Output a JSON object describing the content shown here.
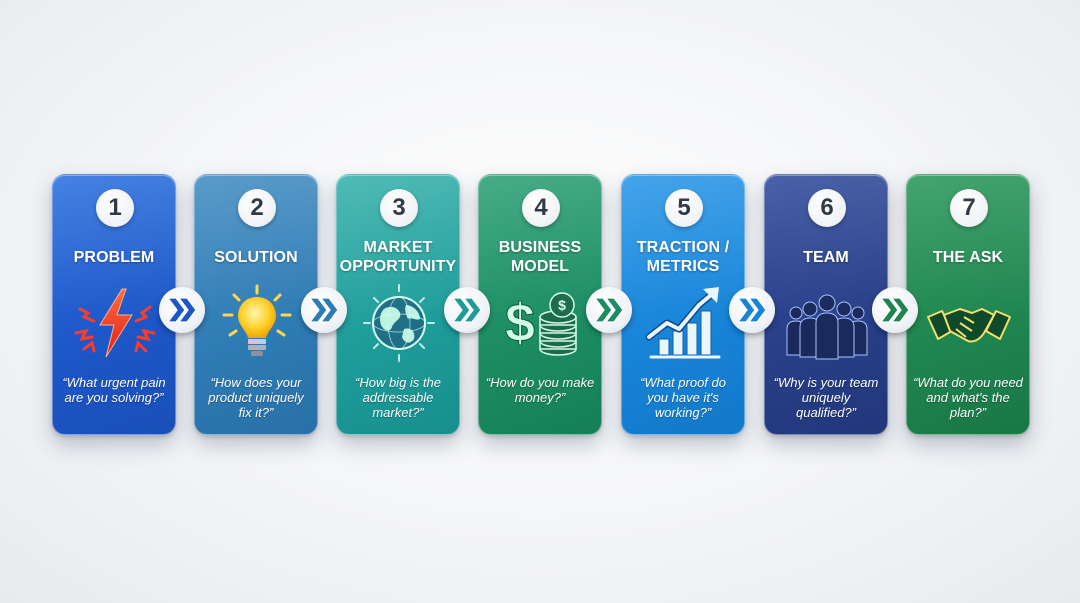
{
  "steps": [
    {
      "number": "1",
      "title": "PROBLEM",
      "quote": "“What urgent pain are you solving?”",
      "icon": "lightning-bolt-icon",
      "color": "#1d56c7"
    },
    {
      "number": "2",
      "title": "SOLUTION",
      "quote": "“How does your product uniquely fix it?”",
      "icon": "light-bulb-icon",
      "color": "#2f7bb4"
    },
    {
      "number": "3",
      "title": "MARKET\nOPPORTUNITY",
      "quote": "“How big is the addressable market?”",
      "icon": "globe-icon",
      "color": "#1e9c9a"
    },
    {
      "number": "4",
      "title": "BUSINESS\nMODEL",
      "quote": "“How do you make money?”",
      "icon": "dollar-coins-icon",
      "color": "#1c8c63"
    },
    {
      "number": "5",
      "title": "TRACTION /\nMETRICS",
      "quote": "“What proof do you have it's working?”",
      "icon": "growth-chart-icon",
      "color": "#1784d8"
    },
    {
      "number": "6",
      "title": "TEAM",
      "quote": "“Why is your team uniquely qualified?”",
      "icon": "people-group-icon",
      "color": "#283f88"
    },
    {
      "number": "7",
      "title": "THE ASK",
      "quote": "“What do you need and what's the plan?”",
      "icon": "handshake-icon",
      "color": "#1f8550"
    }
  ],
  "arrow_colors": [
    "#1d56c7",
    "#2f7bb4",
    "#1e9c9a",
    "#1c8c63",
    "#1784d8",
    "#283f88"
  ]
}
